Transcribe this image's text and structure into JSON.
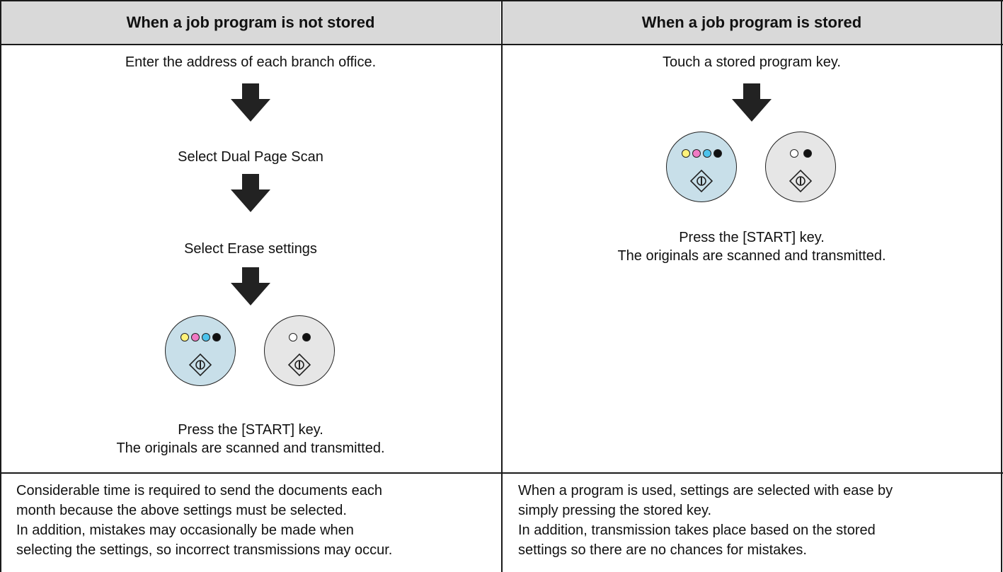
{
  "header": {
    "left_title": "When a job program is not stored",
    "right_title": "When a job program is stored"
  },
  "left": {
    "steps": [
      "Enter the address of each branch office.",
      "Select Dual Page Scan",
      "Select Erase settings"
    ],
    "final_line1": "Press the [START] key.",
    "final_line2": "The originals are scanned and transmitted.",
    "note_lines": [
      "Considerable time is required to send the documents each",
      "month because the above settings must be selected.",
      "In addition, mistakes may occasionally be made when",
      "selecting the settings, so incorrect transmissions may occur."
    ]
  },
  "right": {
    "step": "Touch a stored program key.",
    "final_line1": "Press the [START] key.",
    "final_line2": "The originals are scanned and transmitted.",
    "note_lines": [
      "When a program is used, settings are selected with ease by",
      "simply pressing the stored key.",
      "In addition, transmission takes place based on the stored",
      "settings so there are no chances for mistakes."
    ]
  },
  "colors": {
    "header_bg": "#d9d9d9",
    "color_key_bg": "#c8dfe9",
    "bw_key_bg": "#e6e6e6",
    "dot_yellow": "#fff27a",
    "dot_magenta": "#f07ac4",
    "dot_cyan": "#4cc3ec",
    "dot_black": "#111111"
  },
  "icons": [
    "down-arrow-icon",
    "color-start-key-icon",
    "bw-start-key-icon",
    "start-diamond-icon"
  ]
}
